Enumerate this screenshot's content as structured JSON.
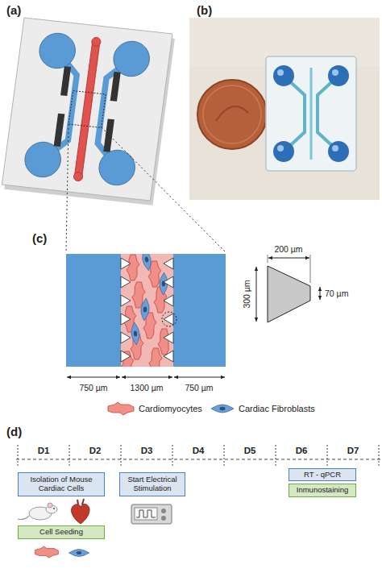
{
  "diagram": {
    "nodes": [
      {
        "text": [
          "Isolation of Mouse Cardiac Cells"
        ]
      },
      {
        "text": [
          "Cell Seeding"
        ]
      },
      {
        "text": [
          "Start Electrical Stimulation"
        ]
      },
      {
        "text": [
          "RT - qPCR"
        ]
      },
      {
        "text": [
          "Inmunostaining"
        ]
      }
    ],
    "labels": [
      "(a)",
      "(b)",
      "(c)",
      "750 µm",
      "1300 µm",
      "750 µm",
      "200 µm",
      "300 µm",
      "70 µm",
      "(d)",
      "D1",
      "D2",
      "D3",
      "D4",
      "D5",
      "D6",
      "D7"
    ],
    "legend": [
      {
        "text": "Cardiomyocytes"
      },
      {
        "text": "Cardiac Fibroblasts"
      }
    ]
  }
}
